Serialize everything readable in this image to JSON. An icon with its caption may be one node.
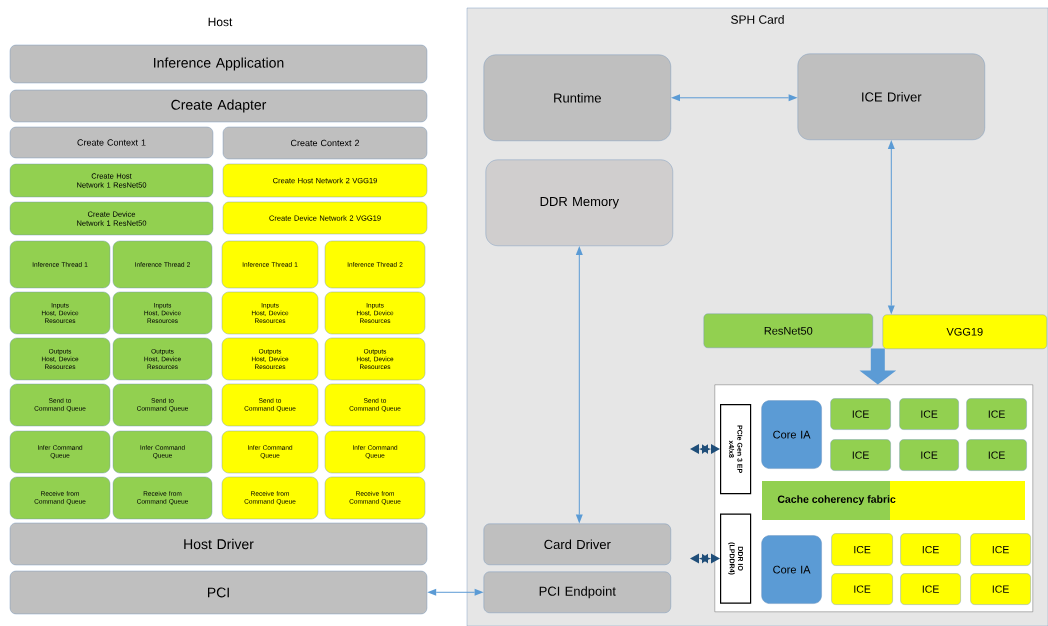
{
  "diagram": {
    "nodes": [
      {
        "text": [
          "Inference Application"
        ]
      },
      {
        "text": [
          "Create Adapter"
        ]
      },
      {
        "text": [
          "Create Context 1"
        ]
      },
      {
        "text": [
          "Create Context 2"
        ]
      },
      {
        "text": [
          "Create Host Network 1 ResNet50"
        ]
      },
      {
        "text": [
          "Create Host Network 2 VGG19"
        ]
      },
      {
        "text": [
          "Create Device Network 1 ResNet50"
        ]
      },
      {
        "text": [
          "Create Device Network 2 VGG19"
        ]
      },
      {
        "text": [
          "Inference Thread 1"
        ]
      },
      {
        "text": [
          "Inference Thread 2"
        ]
      },
      {
        "text": [
          "Inference Thread 1"
        ]
      },
      {
        "text": [
          "Inference Thread 2"
        ]
      },
      {
        "text": [
          "Inputs",
          "Host, Device Resources"
        ]
      },
      {
        "text": [
          "Inputs",
          "Host, Device Resources"
        ]
      },
      {
        "text": [
          "Inputs",
          "Host, Device Resources"
        ]
      },
      {
        "text": [
          "Inputs",
          "Host, Device Resources"
        ]
      },
      {
        "text": [
          "Outputs",
          "Host, Device Resources"
        ]
      },
      {
        "text": [
          "Outputs",
          "Host, Device Resources"
        ]
      },
      {
        "text": [
          "Outputs",
          "Host, Device Resources"
        ]
      },
      {
        "text": [
          "Outputs",
          "Host, Device Resources"
        ]
      },
      {
        "text": [
          "Send to Command Queue"
        ]
      },
      {
        "text": [
          "Send to Command Queue"
        ]
      },
      {
        "text": [
          "Send to Command Queue"
        ]
      },
      {
        "text": [
          "Send to Command Queue"
        ]
      },
      {
        "text": [
          "Infer Command Queue"
        ]
      },
      {
        "text": [
          "Infer Command Queue"
        ]
      },
      {
        "text": [
          "Infer Command Queue"
        ]
      },
      {
        "text": [
          "Infer Command Queue"
        ]
      },
      {
        "text": [
          "Receive from Command Queue"
        ]
      },
      {
        "text": [
          "Receive from Command Queue"
        ]
      },
      {
        "text": [
          "Receive from Command Queue"
        ]
      },
      {
        "text": [
          "Receive from Command Queue"
        ]
      },
      {
        "text": [
          "Host Driver"
        ]
      },
      {
        "text": [
          "PCI"
        ]
      },
      {
        "text": [
          "SPH Card"
        ]
      },
      {
        "text": [
          "Runtime"
        ],
        "in": 34
      },
      {
        "text": [
          "ICE Driver"
        ],
        "in": 34
      },
      {
        "text": [
          "DDR Memory"
        ],
        "in": 34
      },
      {
        "text": [
          "ResNet50"
        ],
        "in": 34
      },
      {
        "text": [
          "VGG19"
        ],
        "in": 34
      },
      {
        "text": [],
        "shape": "box",
        "in": 34
      },
      {
        "text": [
          "PCIe Gen 3 EP x4/x8"
        ],
        "in": 40
      },
      {
        "text": [
          "DDR IO (LPDDR4)"
        ],
        "in": 40
      },
      {
        "text": [
          "Core IA"
        ],
        "in": 40
      },
      {
        "text": [
          "ICE"
        ],
        "in": 40
      },
      {
        "text": [
          "ICE"
        ],
        "in": 40
      },
      {
        "text": [
          "ICE"
        ],
        "in": 40
      },
      {
        "text": [
          "ICE"
        ],
        "in": 40
      },
      {
        "text": [
          "ICE"
        ],
        "in": 40
      },
      {
        "text": [
          "ICE"
        ],
        "in": 40
      },
      {
        "text": [
          "Cache coherency fabric"
        ],
        "in": 40
      },
      {
        "text": [
          "Core IA"
        ],
        "in": 40
      },
      {
        "text": [
          "ICE"
        ],
        "in": 40
      },
      {
        "text": [
          "ICE"
        ],
        "in": 40
      },
      {
        "text": [
          "ICE"
        ],
        "in": 40
      },
      {
        "text": [
          "ICE"
        ],
        "in": 40
      },
      {
        "text": [
          "ICE"
        ],
        "in": 40
      },
      {
        "text": [
          "ICE"
        ],
        "in": 40
      },
      {
        "text": [
          "Card Driver"
        ],
        "in": 34
      },
      {
        "text": [
          "PCI Endpoint"
        ],
        "in": 34
      }
    ],
    "edges": [
      {
        "from": 33,
        "to": 59,
        "arrow": "both"
      },
      {
        "from": 35,
        "to": 36,
        "arrow": "both"
      },
      {
        "from": 37,
        "to": 58,
        "arrow": "both"
      },
      {
        "from": 36,
        "to": 39,
        "arrow": "both"
      },
      {
        "from": 38,
        "to": 40,
        "arrow": "to",
        "style": "thick"
      },
      {
        "from": 39,
        "to": 40,
        "arrow": "to",
        "style": "thick"
      },
      {
        "from": null,
        "to": 41,
        "arrow": "both",
        "style": "thick",
        "color": "#1f4e79"
      },
      {
        "from": null,
        "to": 42,
        "arrow": "both",
        "style": "thick",
        "color": "#1f4e79"
      }
    ],
    "labels": [
      "Host"
    ]
  }
}
